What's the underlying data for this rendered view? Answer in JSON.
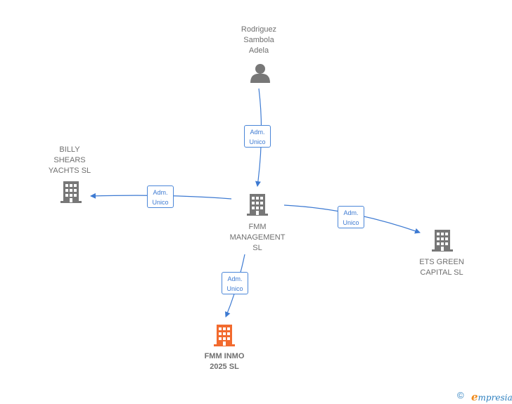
{
  "nodes": {
    "person": {
      "lines": [
        "Rodriguez",
        "Sambola",
        "Adela"
      ]
    },
    "center": {
      "lines": [
        "FMM",
        "MANAGEMENT",
        "SL"
      ]
    },
    "billy": {
      "lines": [
        "BILLY",
        "SHEARS",
        "YACHTS  SL"
      ]
    },
    "ets": {
      "lines": [
        "ETS GREEN",
        "CAPITAL  SL"
      ]
    },
    "inmo": {
      "lines": [
        "FMM INMO",
        "2025  SL"
      ]
    }
  },
  "edges": [
    {
      "id": "person-center",
      "line1": "Adm.",
      "line2": "Unico"
    },
    {
      "id": "center-billy",
      "line1": "Adm.",
      "line2": "Unico"
    },
    {
      "id": "center-ets",
      "line1": "Adm.",
      "line2": "Unico"
    },
    {
      "id": "center-inmo",
      "line1": "Adm.",
      "line2": "Unico"
    }
  ],
  "colors": {
    "edge": "#3d7ad2",
    "building": "#777777",
    "focus_building": "#f26a2e",
    "person": "#777777"
  },
  "icons": {
    "person": "person-icon",
    "building": "building-icon"
  },
  "footer": {
    "copyright": "©",
    "brand_initial": "e",
    "brand_rest": "mpresia"
  }
}
